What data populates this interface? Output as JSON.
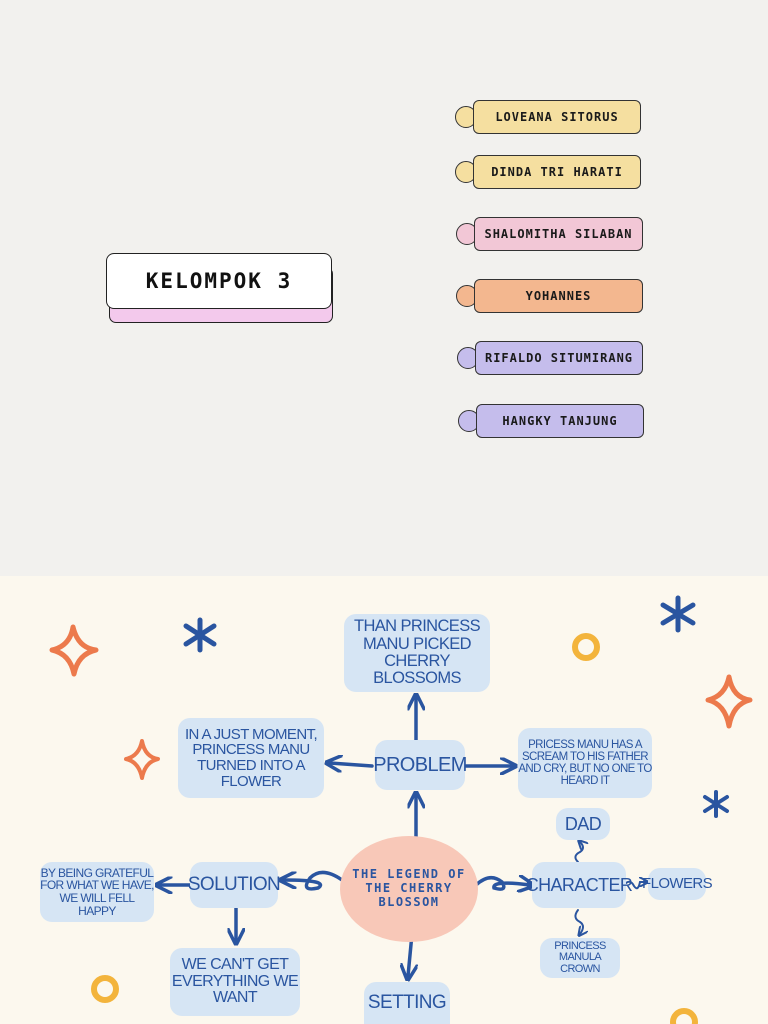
{
  "group_title": "KELOMPOK 3",
  "members": [
    {
      "name": "LOVEANA SITORUS",
      "color": "#f5dfa0"
    },
    {
      "name": "DINDA TRI HARATI",
      "color": "#f5dfa0"
    },
    {
      "name": "SHALOMITHA SILABAN",
      "color": "#f2c7d6"
    },
    {
      "name": "YOHANNES",
      "color": "#f3b78f"
    },
    {
      "name": "RIFALDO SITUMIRANG",
      "color": "#c5bdec"
    },
    {
      "name": "HANGKY TANJUNG",
      "color": "#c5bdec"
    }
  ],
  "mindmap": {
    "center": "THE LEGEND OF THE CHERRY BLOSSOM",
    "problem": "PROBLEM",
    "problem_top": "THAN PRINCESS MANU PICKED CHERRY BLOSSOMS",
    "problem_left": "IN A JUST MOMENT, PRINCESS MANU TURNED INTO A FLOWER",
    "problem_right": "PRICESS MANU HAS A SCREAM TO HIS FATHER AND CRY, BUT NO ONE TO HEARD IT",
    "solution": "SOLUTION",
    "solution_left": "BY BEING GRATEFUL FOR WHAT WE HAVE, WE WILL FELL HAPPY",
    "solution_bottom": "WE CAN'T GET EVERYTHING WE WANT",
    "character": "CHARACTER",
    "dad": "DAD",
    "flowers": "FLOWERS",
    "princess_crown": "PRINCESS MANULA CROWN",
    "setting": "SETTING"
  },
  "colors": {
    "node_bg": "#d6e5f4",
    "node_text": "#2a55a0",
    "center_bg": "#f8c8b8",
    "card_shadow": "#f3c9ec"
  }
}
